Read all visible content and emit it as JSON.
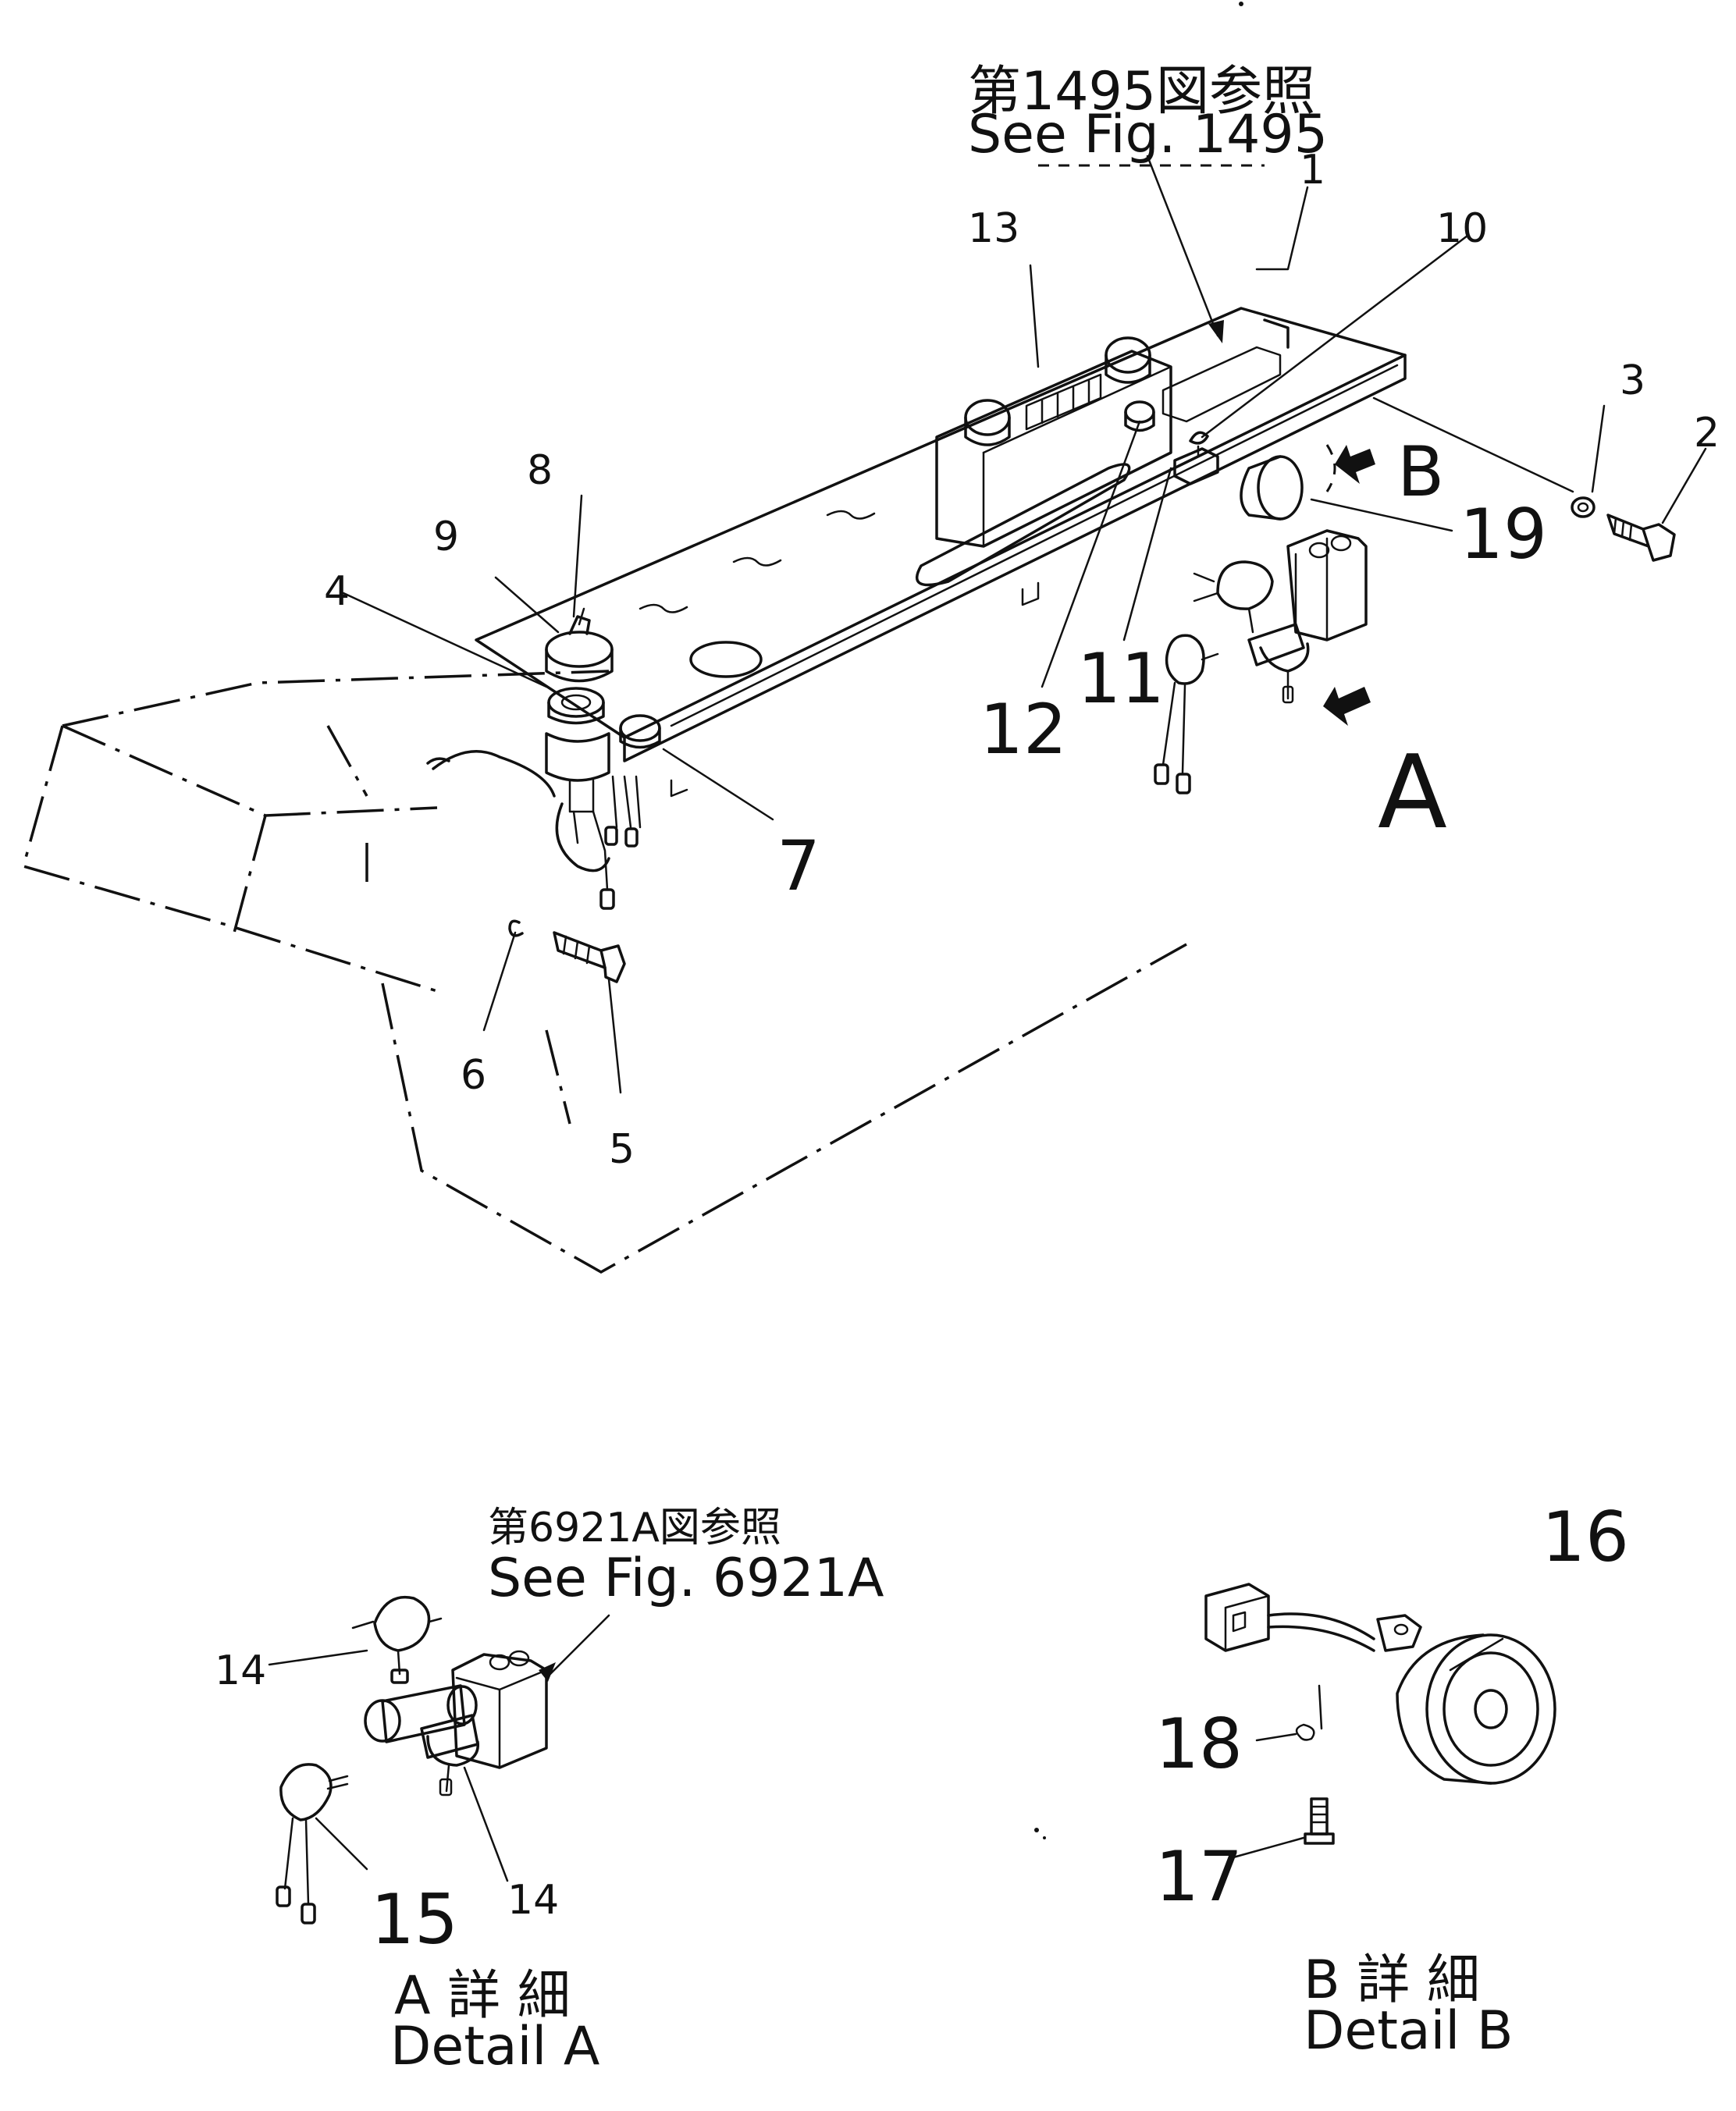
{
  "references": {
    "fig1495_jp": "第1495図参照",
    "fig1495_en": "See  Fig.  1495",
    "fig6921_jp": "第6921A図参照",
    "fig6921_en": "See  Fig.  6921A"
  },
  "part_numbers": [
    "1",
    "2",
    "3",
    "4",
    "5",
    "6",
    "7",
    "8",
    "9",
    "10",
    "11",
    "12",
    "13",
    "14",
    "15",
    "16",
    "17",
    "18",
    "19"
  ],
  "view_letters": {
    "a": "A",
    "b": "B"
  },
  "detail_labels": {
    "a_jp": "A 詳 細",
    "a_en": "Detail  A",
    "b_jp": "B 詳 細",
    "b_en": "Detail  B"
  }
}
